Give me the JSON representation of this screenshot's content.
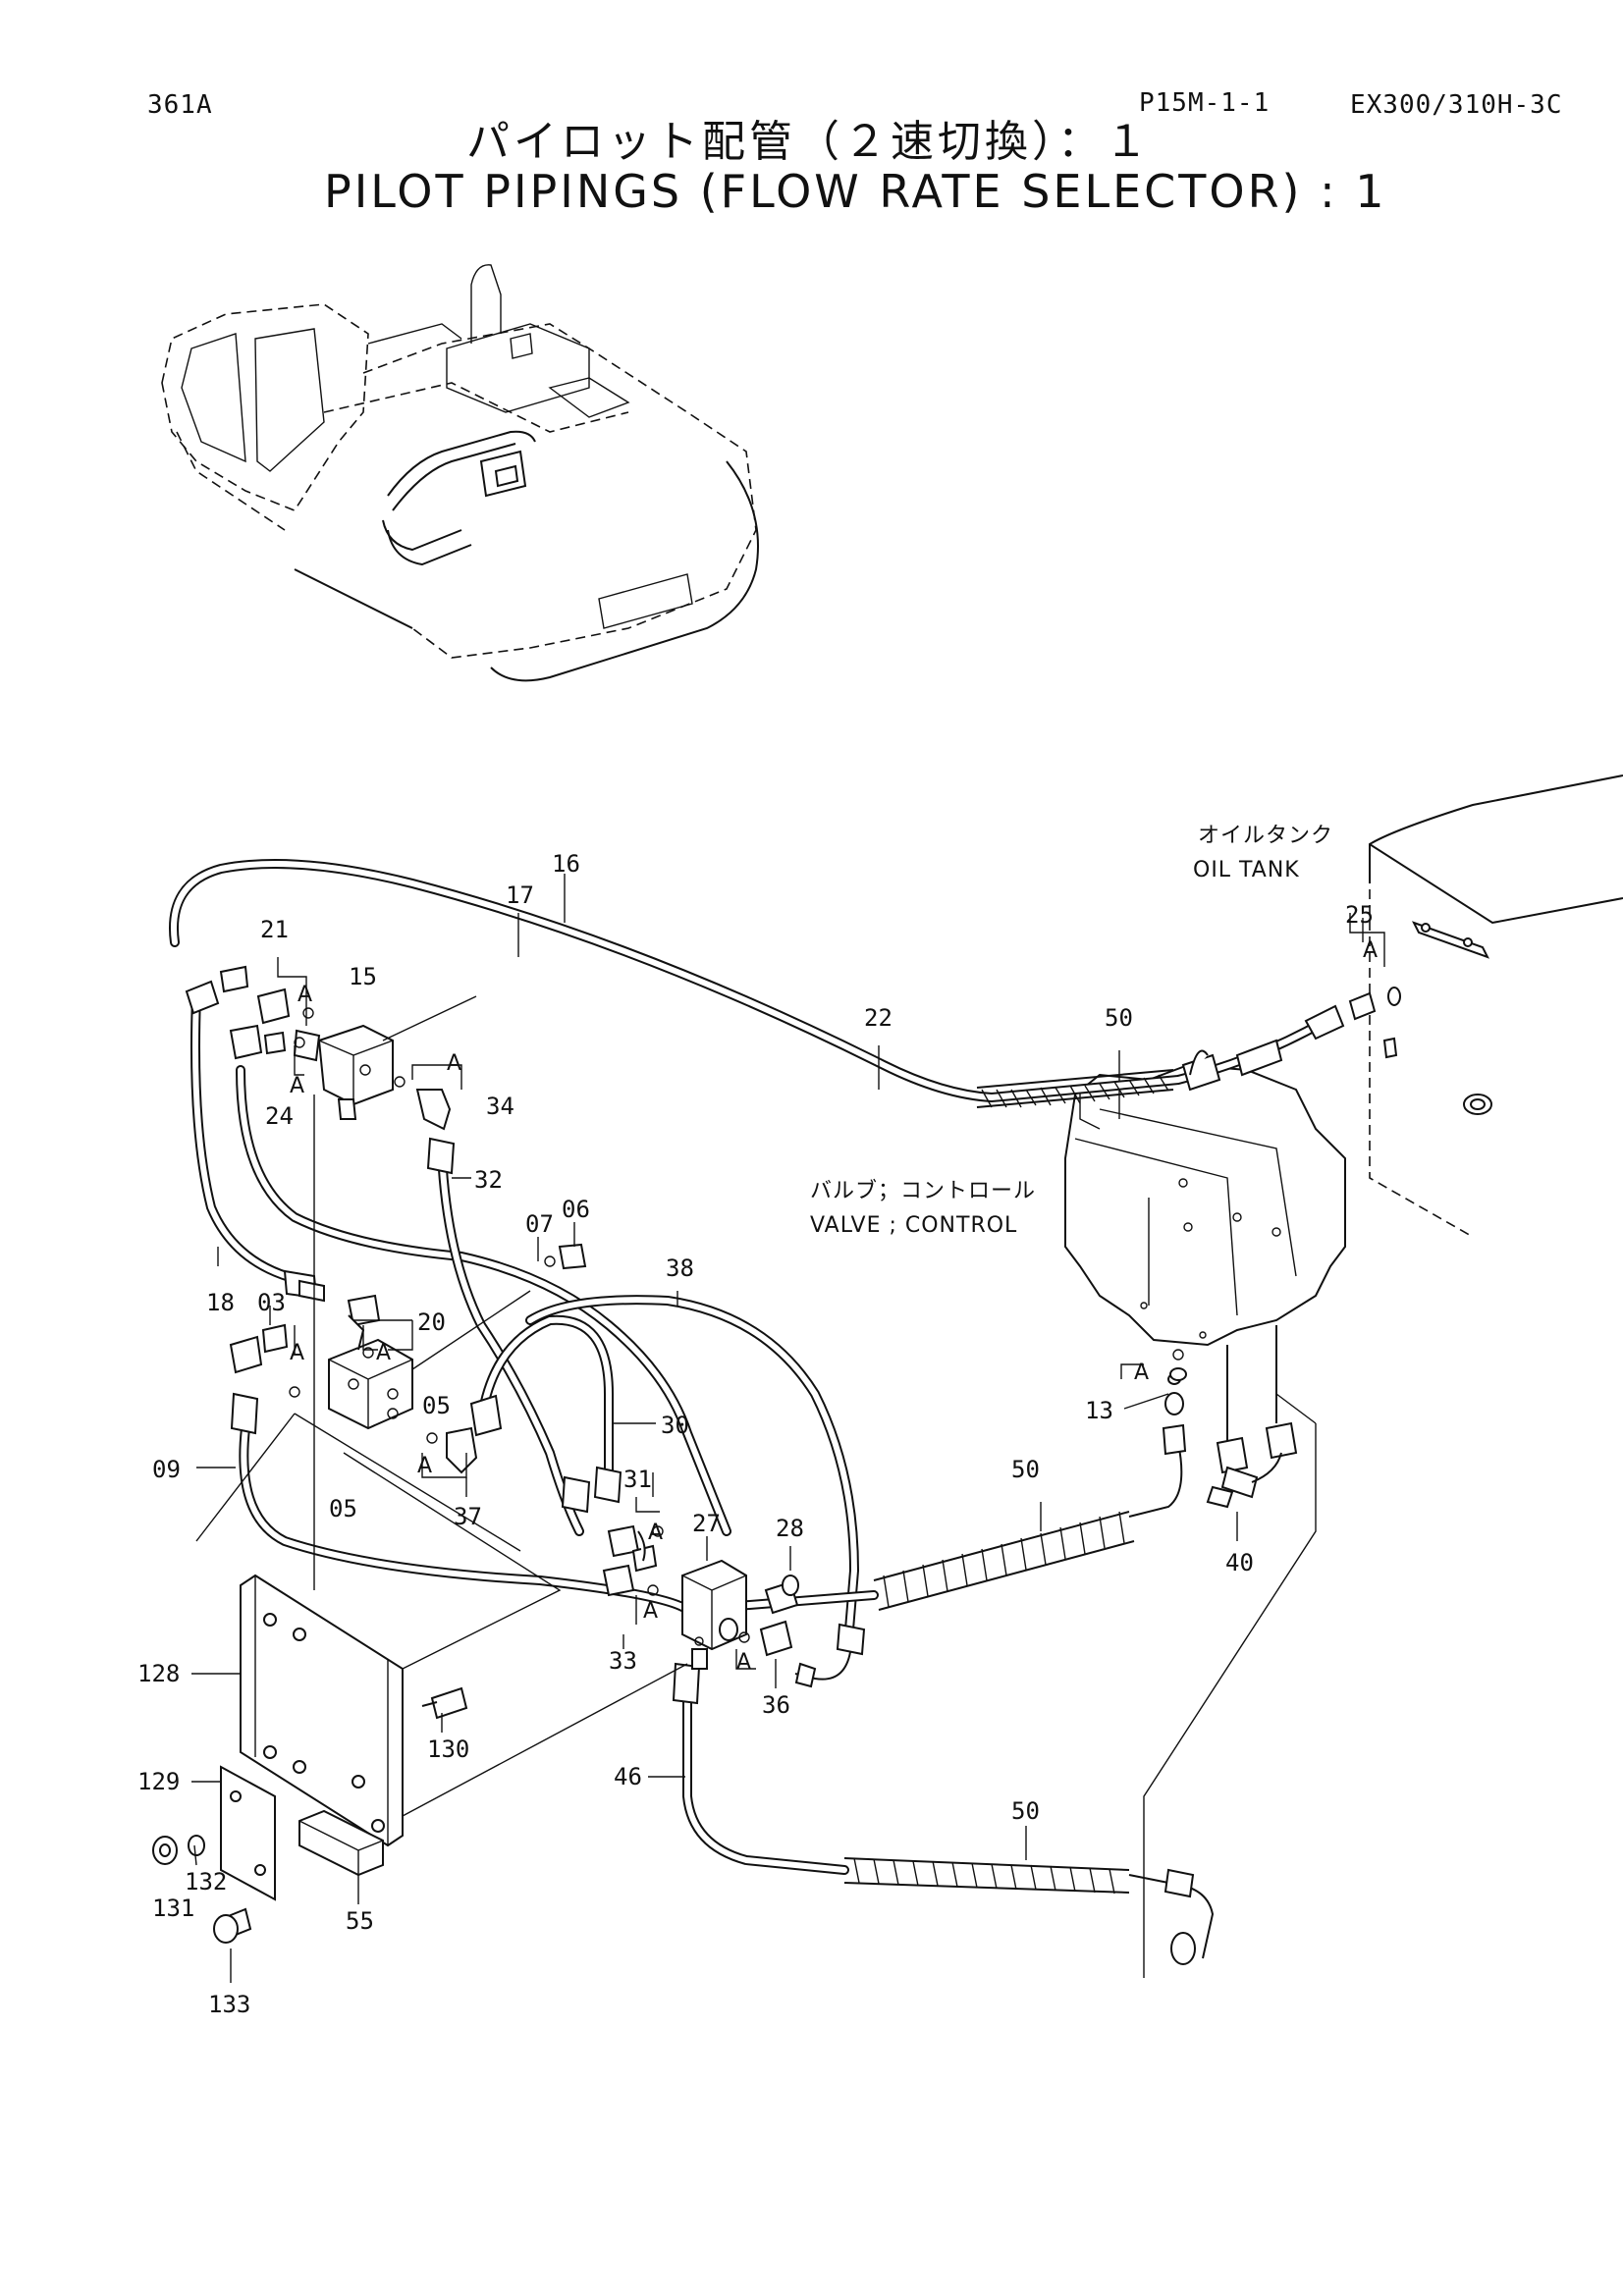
{
  "header": {
    "page_code": "361A",
    "section_code": "P15M-1-1",
    "model": "EX300/310H-3C"
  },
  "title": {
    "japanese": "パイロット配管（２速切換）：１",
    "english": "PILOT PIPINGS (FLOW RATE SELECTOR) : 1"
  },
  "annotations": {
    "oil_tank_jp": "オイルタンク",
    "oil_tank_en": "OIL TANK",
    "valve_jp": "バルブ；コントロール",
    "valve_en": "VALVE ; CONTROL",
    "detail_marker": "A"
  },
  "callouts": [
    {
      "id": "c16",
      "label": "16"
    },
    {
      "id": "c17",
      "label": "17"
    },
    {
      "id": "c21",
      "label": "21"
    },
    {
      "id": "c15",
      "label": "15"
    },
    {
      "id": "c24",
      "label": "24"
    },
    {
      "id": "c34",
      "label": "34"
    },
    {
      "id": "c22",
      "label": "22"
    },
    {
      "id": "c50a",
      "label": "50"
    },
    {
      "id": "c25",
      "label": "25"
    },
    {
      "id": "c32",
      "label": "32"
    },
    {
      "id": "c07",
      "label": "07"
    },
    {
      "id": "c06",
      "label": "06"
    },
    {
      "id": "c38",
      "label": "38"
    },
    {
      "id": "c18",
      "label": "18"
    },
    {
      "id": "c03",
      "label": "03"
    },
    {
      "id": "c20",
      "label": "20"
    },
    {
      "id": "c05a",
      "label": "05"
    },
    {
      "id": "c05b",
      "label": "05"
    },
    {
      "id": "c09",
      "label": "09"
    },
    {
      "id": "c30",
      "label": "30"
    },
    {
      "id": "c37",
      "label": "37"
    },
    {
      "id": "c31",
      "label": "31"
    },
    {
      "id": "c27",
      "label": "27"
    },
    {
      "id": "c28",
      "label": "28"
    },
    {
      "id": "c13",
      "label": "13"
    },
    {
      "id": "c50b",
      "label": "50"
    },
    {
      "id": "c40",
      "label": "40"
    },
    {
      "id": "c33",
      "label": "33"
    },
    {
      "id": "c36",
      "label": "36"
    },
    {
      "id": "c128",
      "label": "128"
    },
    {
      "id": "c130",
      "label": "130"
    },
    {
      "id": "c129",
      "label": "129"
    },
    {
      "id": "c132",
      "label": "132"
    },
    {
      "id": "c131",
      "label": "131"
    },
    {
      "id": "c55",
      "label": "55"
    },
    {
      "id": "c133",
      "label": "133"
    },
    {
      "id": "c46",
      "label": "46"
    },
    {
      "id": "c50c",
      "label": "50"
    }
  ],
  "icons": {
    "excavator": "excavator-overview-icon",
    "control_valve": "control-valve-icon",
    "oil_tank": "oil-tank-icon"
  }
}
